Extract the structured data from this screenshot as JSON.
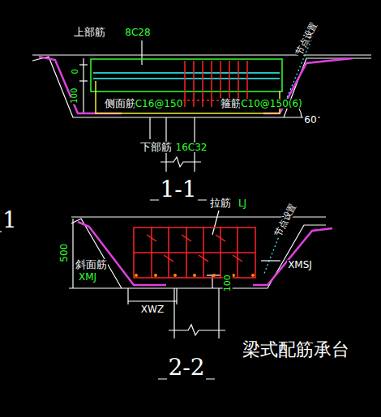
{
  "diagram": {
    "caption": "梁式配筋承台",
    "labels": [
      "上部筋",
      "8C28",
      "节点设置",
      "0",
      "100",
      "侧面筋",
      "C16@150",
      "箍筋",
      "C10@150(6)",
      "60",
      "下部筋",
      "16C32",
      "1-1",
      "1",
      "拉筋",
      "LJ",
      "节点设置",
      "500",
      "斜面筋",
      "XMJ",
      "XMSJ",
      "XWZ",
      "100",
      "2-2"
    ]
  }
}
